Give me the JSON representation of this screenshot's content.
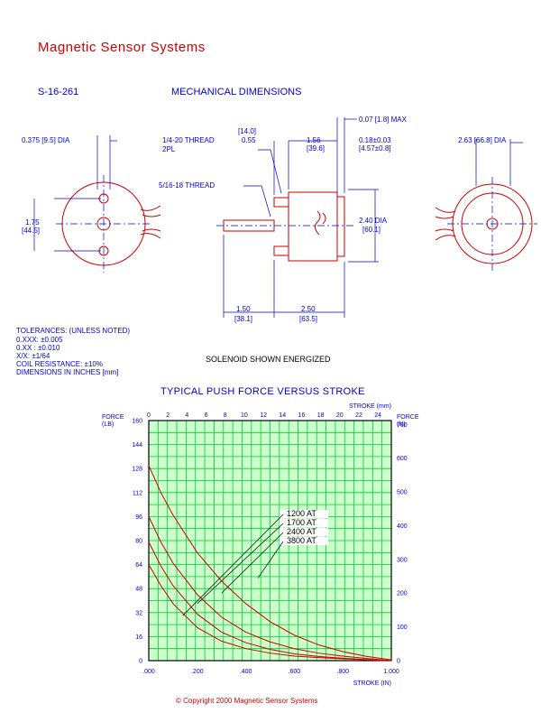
{
  "header": {
    "company": "Magnetic Sensor Systems",
    "part_number": "S-16-261",
    "section_title": "MECHANICAL DIMENSIONS"
  },
  "dimensions": {
    "mount_dia": "0.375 [9.5] DIA",
    "hole_spacing": "1.75",
    "hole_spacing_mm": "[44.5]",
    "thread_2pl": "1/4-20 THREAD",
    "thread_2pl_qty": "2PL",
    "stud_len_mm": "[14.0]",
    "stud_len": "0.55",
    "body_len": "1.56",
    "body_len_mm": "[39.6]",
    "gap_max": "0.07 [1.8] MAX",
    "plunger_gap": "0.18±0.03",
    "plunger_gap_mm": "[4.57±0.8]",
    "outer_dia": "2.63 [66.8] DIA",
    "thread_center": "5/16-18 THREAD",
    "body_dia": "2.40 DIA",
    "body_dia_mm": "[60.1]",
    "shaft_len": "1.50",
    "shaft_len_mm": "[38.1]",
    "total_len": "2.50",
    "total_len_mm": "[63.5]"
  },
  "tolerances": {
    "heading": "TOLERANCES: (UNLESS NOTED)",
    "lines": [
      "0.XXX: ±0.005",
      "0.XX : ±0.010",
      "X/X:  ±1/64",
      "COIL RESISTANCE:  ±10%",
      "DIMENSIONS IN INCHES [mm]"
    ]
  },
  "note": "SOLENOID SHOWN ENERGIZED",
  "chart_data": {
    "type": "line",
    "title": "TYPICAL PUSH FORCE VERSUS STROKE",
    "xlabel": "STROKE (IN)",
    "x2label": "STROKE (mm)",
    "ylabel": "FORCE (LB)",
    "y2label": "FORCE (N)",
    "xlim": [
      0,
      1.0
    ],
    "ylim": [
      0,
      160
    ],
    "x2lim": [
      0,
      25.4
    ],
    "y2lim": [
      0,
      711.7
    ],
    "x_ticks": [
      ".000",
      ".200",
      ".400",
      ".600",
      ".800",
      "1.000"
    ],
    "x2_ticks": [
      "0",
      "2",
      "4",
      "6",
      "8",
      "10",
      "12",
      "14",
      "16",
      "18",
      "20",
      "22",
      "24"
    ],
    "y_ticks": [
      "0",
      "16",
      "32",
      "48",
      "64",
      "80",
      "96",
      "112",
      "128",
      "144",
      "160"
    ],
    "y2_ticks": [
      "0",
      "100",
      "200",
      "300",
      "400",
      "500",
      "600",
      "700"
    ],
    "grid": true,
    "legend_placement": "center-right",
    "series": [
      {
        "name": "1200 AT",
        "x": [
          0.0,
          0.05,
          0.1,
          0.2,
          0.3,
          0.4,
          0.5,
          0.6,
          0.7,
          0.8,
          0.9,
          0.96
        ],
        "values": [
          64,
          50,
          38,
          22,
          13,
          8,
          5,
          3,
          2,
          1.2,
          0.5,
          0
        ]
      },
      {
        "name": "1700 AT",
        "x": [
          0.0,
          0.05,
          0.1,
          0.2,
          0.3,
          0.4,
          0.5,
          0.6,
          0.7,
          0.8,
          0.9,
          0.98
        ],
        "values": [
          79,
          63,
          50,
          31,
          19,
          12,
          7.5,
          4.5,
          2.8,
          1.6,
          0.7,
          0
        ]
      },
      {
        "name": "2400 AT",
        "x": [
          0.0,
          0.05,
          0.1,
          0.2,
          0.3,
          0.4,
          0.5,
          0.6,
          0.7,
          0.8,
          0.9,
          1.0
        ],
        "values": [
          96,
          79,
          65,
          44,
          29,
          19,
          12.5,
          8,
          5,
          3,
          1.4,
          0
        ]
      },
      {
        "name": "3800 AT",
        "x": [
          0.0,
          0.05,
          0.1,
          0.2,
          0.3,
          0.4,
          0.5,
          0.6,
          0.7,
          0.8,
          0.9,
          1.0
        ],
        "values": [
          130,
          112,
          97,
          72,
          53,
          38,
          26,
          17,
          10.5,
          6,
          2.8,
          0.5
        ]
      }
    ],
    "colors": {
      "grid": "#00cc33",
      "plot_bg": "#ccffcc",
      "curve": "#cc0000",
      "axis": "#000000",
      "label": "#0000cc",
      "title": "#0000cc"
    }
  },
  "footer": {
    "copyright": "©  Copyright 2000 Magnetic Sensor Systems"
  }
}
